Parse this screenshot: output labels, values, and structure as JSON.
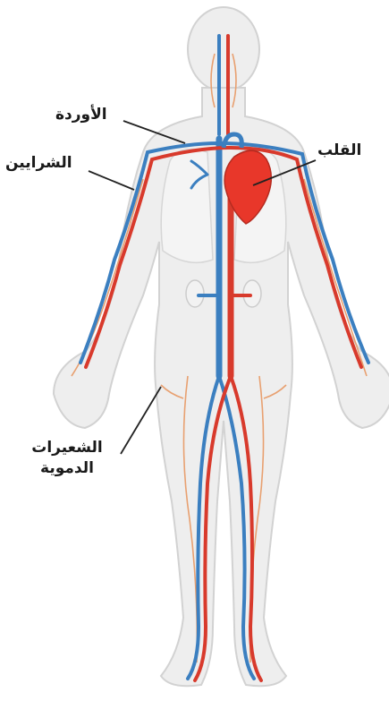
{
  "labels": {
    "veins": "الأوردة",
    "arteries": "الشرايين",
    "heart": "القلب",
    "capillaries_line1": "الشعيرات",
    "capillaries_line2": "الدموية"
  },
  "colors": {
    "artery": "#d83a2c",
    "vein": "#3b7fc0",
    "capillary": "#e8a070",
    "heart": "#e8372a",
    "body_fill": "#eeeeee",
    "body_outline": "#d4d4d4"
  }
}
